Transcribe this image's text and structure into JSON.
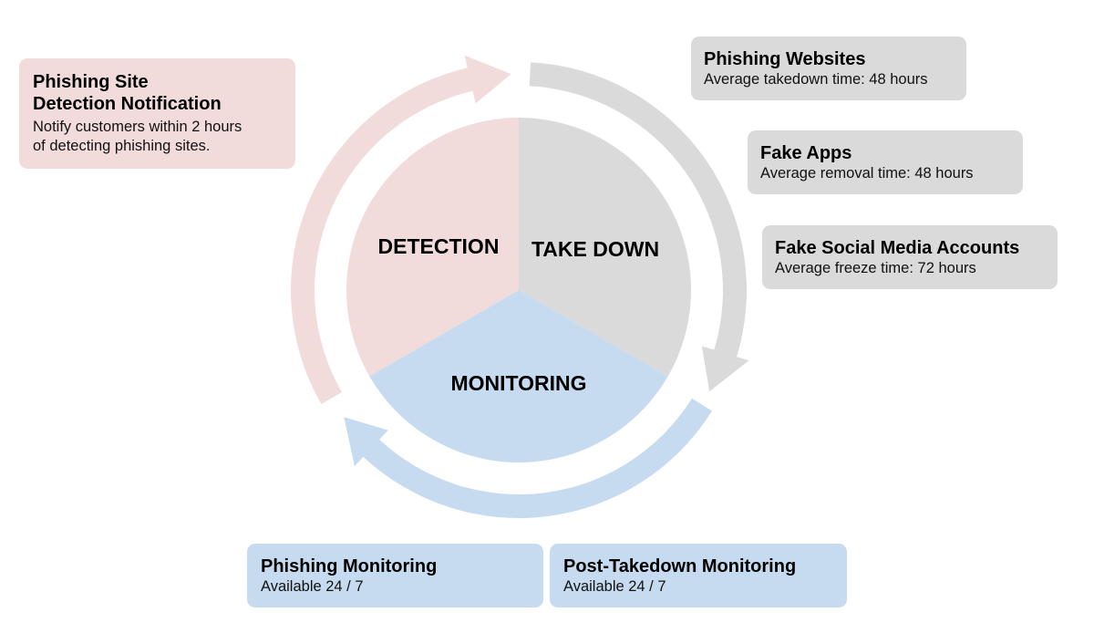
{
  "colors": {
    "detection": "#f2dcdb",
    "takedown": "#dadada",
    "monitoring": "#c6dbf0",
    "text": "#000000"
  },
  "cycle": {
    "segments": [
      {
        "id": "detection",
        "label": "DETECTION"
      },
      {
        "id": "takedown",
        "label": "TAKE DOWN"
      },
      {
        "id": "monitoring",
        "label": "MONITORING"
      }
    ],
    "arrows": [
      {
        "from": "detection",
        "to": "takedown"
      },
      {
        "from": "takedown",
        "to": "monitoring"
      },
      {
        "from": "monitoring",
        "to": "detection"
      }
    ]
  },
  "detection_card": {
    "title_line1": "Phishing Site",
    "title_line2": "Detection Notification",
    "desc_line1": "Notify customers within 2 hours",
    "desc_line2": "of detecting phishing sites."
  },
  "takedown_cards": [
    {
      "title": "Phishing Websites",
      "desc": "Average takedown time: 48 hours"
    },
    {
      "title": "Fake Apps",
      "desc": "Average removal time: 48 hours"
    },
    {
      "title": "Fake Social Media Accounts",
      "desc": "Average freeze time: 72 hours"
    }
  ],
  "monitoring_cards": [
    {
      "title": "Phishing Monitoring",
      "desc": "Available 24 / 7"
    },
    {
      "title": "Post-Takedown Monitoring",
      "desc": "Available 24 / 7"
    }
  ]
}
